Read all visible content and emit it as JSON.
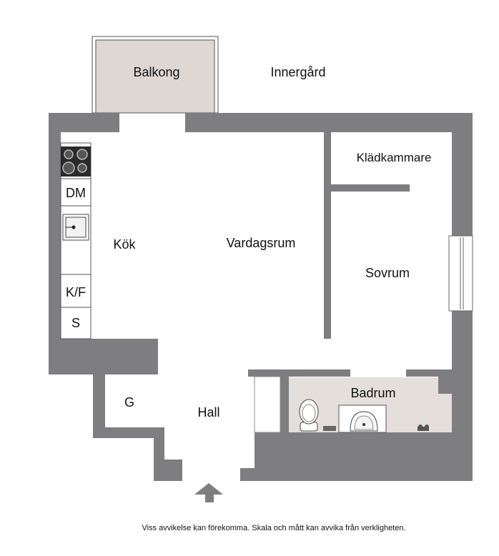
{
  "rooms": {
    "balcony": "Balkong",
    "courtyard": "Innergård",
    "walk_in_closet": "Klädkammare",
    "kitchen": "Kök",
    "living_room": "Vardagsrum",
    "bedroom": "Sovrum",
    "wardrobe": "G",
    "hall": "Hall",
    "bathroom": "Badrum"
  },
  "appliances": {
    "dishwasher": "DM",
    "fridge_freezer": "K/F",
    "cabinet": "S"
  },
  "footer": {
    "disclaimer": "Viss avvikelse kan förekomma. Skala och mått kan avvika från verkligheten."
  },
  "colors": {
    "wall": "#7e7e80",
    "balcony_floor": "#ded7d2",
    "bathroom_floor": "#e4dfda"
  },
  "icons": [
    "stove-icon",
    "sink-icon",
    "toilet-icon",
    "washbasin-icon",
    "shower-tap-icon",
    "entrance-arrow-icon",
    "window-icon"
  ]
}
